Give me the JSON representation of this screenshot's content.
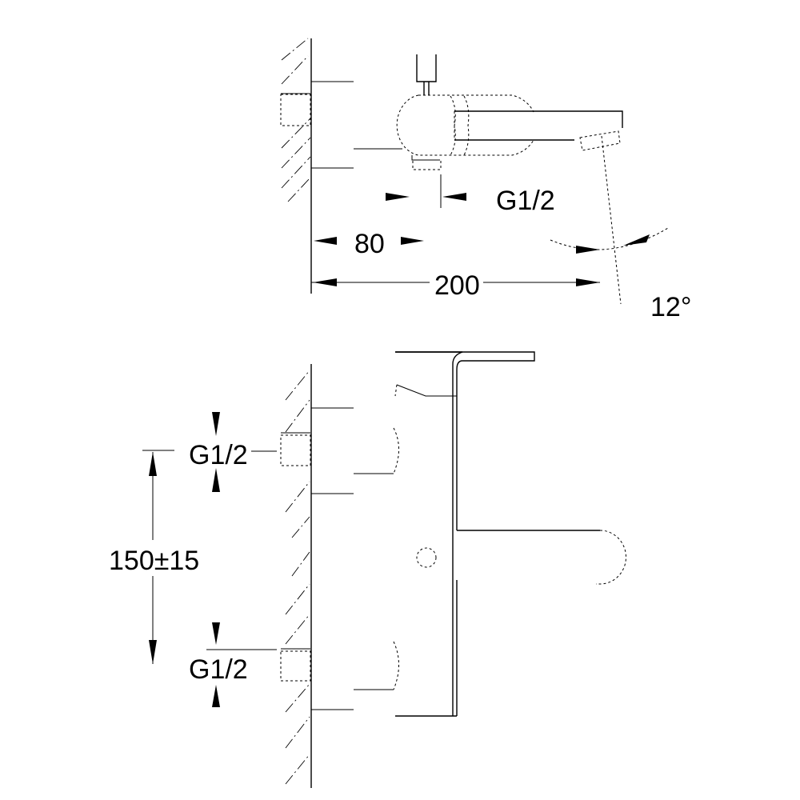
{
  "side_view": {
    "connection_label": "G1/2",
    "dim_projection": "80",
    "dim_total": "200",
    "spout_angle": "12°"
  },
  "front_view": {
    "connection_top_label": "G1/2",
    "connection_bottom_label": "G1/2",
    "dim_center_distance": "150±15"
  }
}
